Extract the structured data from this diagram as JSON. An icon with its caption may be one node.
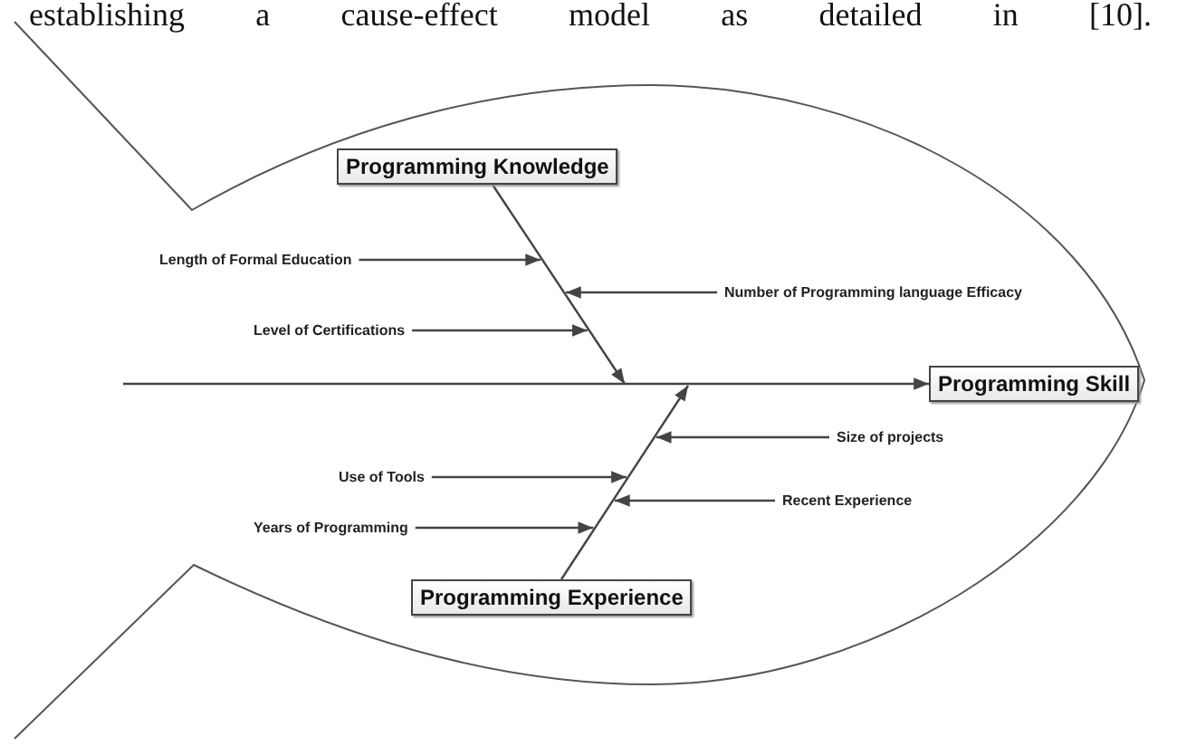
{
  "diagram": {
    "nodes": [
      {
        "text": [
          "Programming Knowledge"
        ]
      },
      {
        "text": [
          "Programming Experience"
        ]
      },
      {
        "text": [
          "Programming Skill"
        ]
      },
      {
        "text": [
          "Length of Formal Education"
        ]
      },
      {
        "text": [
          "Number of Programming language Efficacy"
        ]
      },
      {
        "text": [
          "Level of Certifications"
        ]
      },
      {
        "text": [
          "Size of projects"
        ]
      },
      {
        "text": [
          "Use of Tools"
        ]
      },
      {
        "text": [
          "Recent Experience"
        ]
      },
      {
        "text": [
          "Years of Programming"
        ]
      }
    ],
    "edges": [
      {
        "from": 3,
        "to": null,
        "arrow": "to"
      },
      {
        "from": 4,
        "to": null,
        "arrow": "to"
      },
      {
        "from": 5,
        "to": null,
        "arrow": "to"
      },
      {
        "from": 0,
        "to": null,
        "arrow": "to"
      },
      {
        "from": null,
        "to": 2,
        "arrow": "to"
      },
      {
        "from": 6,
        "to": null,
        "arrow": "to"
      },
      {
        "from": 7,
        "to": null,
        "arrow": "to"
      },
      {
        "from": 8,
        "to": null,
        "arrow": "to"
      },
      {
        "from": 9,
        "to": null,
        "arrow": "to"
      },
      {
        "from": 1,
        "to": null,
        "arrow": "to"
      }
    ],
    "labels": [
      "establishing a cause-effect model as detailed in [10]."
    ]
  }
}
